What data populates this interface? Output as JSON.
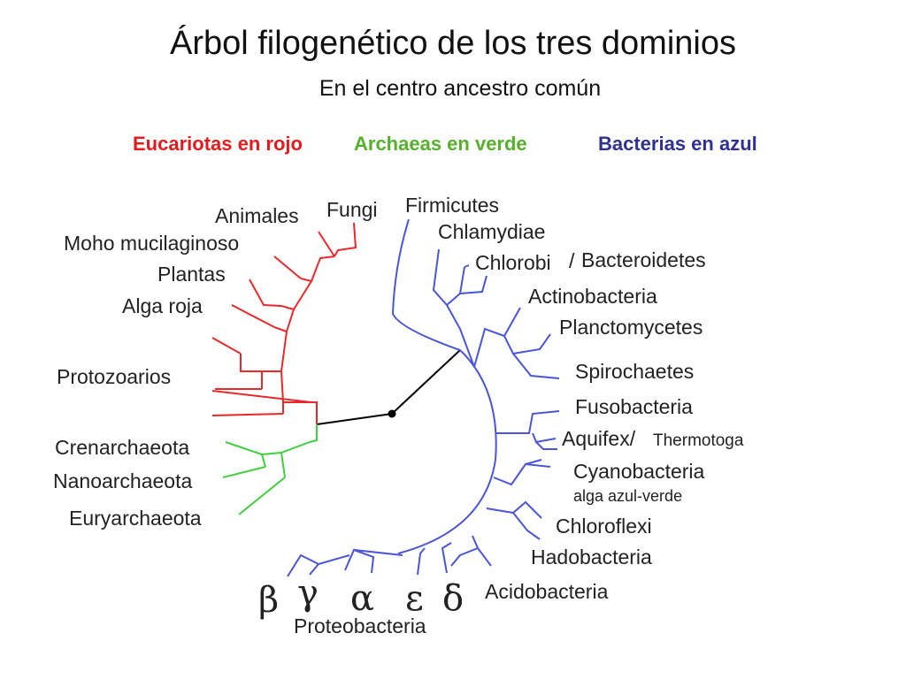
{
  "title": "Árbol filogenético de los tres dominios",
  "subtitle": "En el centro ancestro común",
  "legend": {
    "eukaryotes": {
      "label": "Eucariotas en rojo",
      "color": "#e41a1c"
    },
    "archaea": {
      "label": "Archaeas en verde",
      "color": "#55b02c"
    },
    "bacteria": {
      "label": "Bacterias en azul",
      "color": "#2e3192"
    }
  },
  "branch_colors": {
    "eukaryotes": "#e8292b",
    "archaea": "#3fcf3f",
    "bacteria": "#4a55d8",
    "root": "#000000"
  },
  "eukaryotes": [
    "Animales",
    "Fungi",
    "Moho mucilaginoso",
    "Plantas",
    "Alga roja",
    "Protozoarios"
  ],
  "archaea": [
    "Crenarchaeota",
    "Nanoarchaeota",
    "Euryarchaeota"
  ],
  "bacteria": {
    "firmicutes": "Firmicutes",
    "chlamydiae": "Chlamydiae",
    "chlorobi": "Chlorobi",
    "slash": "/",
    "bacteroidetes": "Bacteroidetes",
    "actinobacteria": "Actinobacteria",
    "planctomycetes": "Planctomycetes",
    "spirochaetes": "Spirochaetes",
    "fusobacteria": "Fusobacteria",
    "aquifex": "Aquifex/",
    "thermotoga": "Thermotoga",
    "cyanobacteria": "Cyanobacteria",
    "cyano_note": "alga azul-verde",
    "chloroflexi": "Chloroflexi",
    "hadobacteria": "Hadobacteria",
    "acidobacteria": "Acidobacteria",
    "proteobacteria": "Proteobacteria"
  },
  "proteobacteria_classes": [
    "β",
    "γ",
    "α",
    "ε",
    "δ"
  ]
}
